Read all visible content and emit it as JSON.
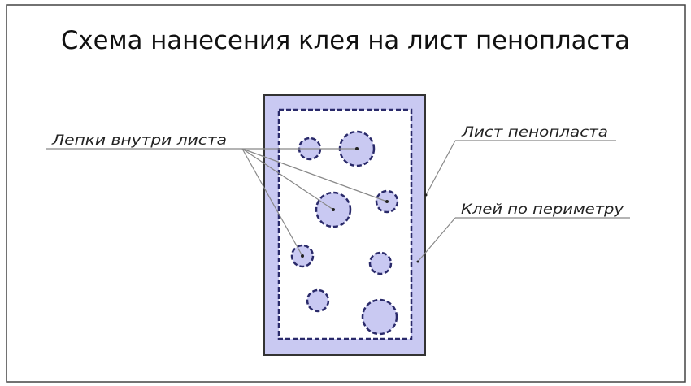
{
  "title": "Схема нанесения клея на лист пенопласта",
  "labels": {
    "dabs": "Лепки внутри листа",
    "sheet": "Лист пенопласта",
    "perimeter": "Клей по периметру"
  },
  "colors": {
    "sheet_fill": "#c9c9f2",
    "dash": "#2a2a6a",
    "frame": "#333333",
    "leader": "#888888"
  }
}
